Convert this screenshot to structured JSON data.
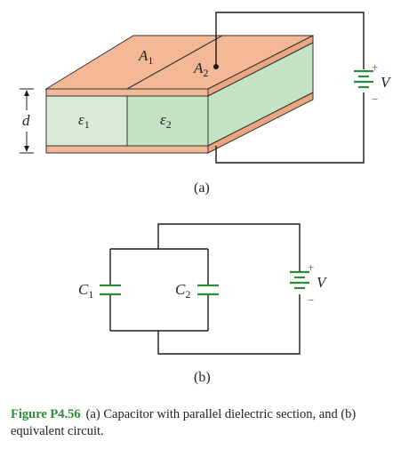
{
  "figure_a": {
    "plate_label_1": "A",
    "plate_label_1_sub": "1",
    "plate_label_2": "A",
    "plate_label_2_sub": "2",
    "dielectric_1": "ε",
    "dielectric_1_sub": "1",
    "dielectric_2": "ε",
    "dielectric_2_sub": "2",
    "thickness_label": "d",
    "voltage_label": "V",
    "plus": "+",
    "minus": "−",
    "panel_label": "(a)"
  },
  "figure_b": {
    "cap_1": "C",
    "cap_1_sub": "1",
    "cap_2": "C",
    "cap_2_sub": "2",
    "voltage_label": "V",
    "plus": "+",
    "minus": "−",
    "panel_label": "(b)"
  },
  "caption": {
    "figure_number": "Figure P4.56",
    "text": "(a) Capacitor with parallel dielectric section, and (b) equivalent circuit."
  },
  "colors": {
    "plate": "#f3b896",
    "plate_edge": "#e59a72",
    "dielectric_light": "#d8ecd6",
    "dielectric_dark": "#c4e2c4",
    "wire": "#1a1a1a",
    "battery_green": "#2e8b3a",
    "polarity_red": "#d42020",
    "caption_green": "#2e8b3a"
  }
}
